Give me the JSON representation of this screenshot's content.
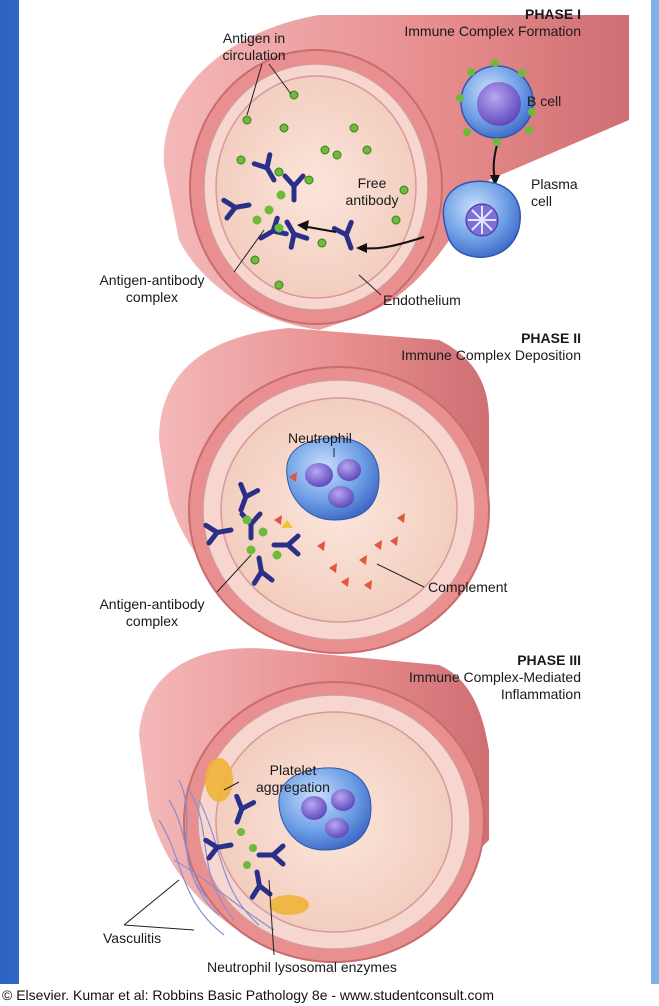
{
  "phases": [
    {
      "title": "PHASE I",
      "subtitle": "Immune Complex Formation"
    },
    {
      "title": "PHASE II",
      "subtitle": "Immune Complex Deposition"
    },
    {
      "title": "PHASE III",
      "subtitle_line1": "Immune Complex-Mediated",
      "subtitle_line2": "Inflammation"
    }
  ],
  "labels": {
    "antigen_in_circulation_1": "Antigen in",
    "antigen_in_circulation_2": "circulation",
    "b_cell": "B cell",
    "plasma_cell_1": "Plasma",
    "plasma_cell_2": "cell",
    "free_antibody_1": "Free",
    "free_antibody_2": "antibody",
    "complex_1": "Antigen-antibody",
    "complex_2": "complex",
    "endothelium": "Endothelium",
    "neutrophil": "Neutrophil",
    "complement": "Complement",
    "platelet_1": "Platelet",
    "platelet_2": "aggregation",
    "vasculitis": "Vasculitis",
    "lysosomal": "Neutrophil lysosomal enzymes"
  },
  "footer": "© Elsevier. Kumar et al: Robbins Basic Pathology 8e - www.studentconsult.com",
  "colors": {
    "background": "#3f78d2",
    "vessel_outer": "#e98f8f",
    "lumen": "#f6dcd0",
    "antigen": "#6cbb3c",
    "antibody": "#2a2f8a",
    "cell": "#5f8fe0",
    "complement": "#e0563e"
  }
}
